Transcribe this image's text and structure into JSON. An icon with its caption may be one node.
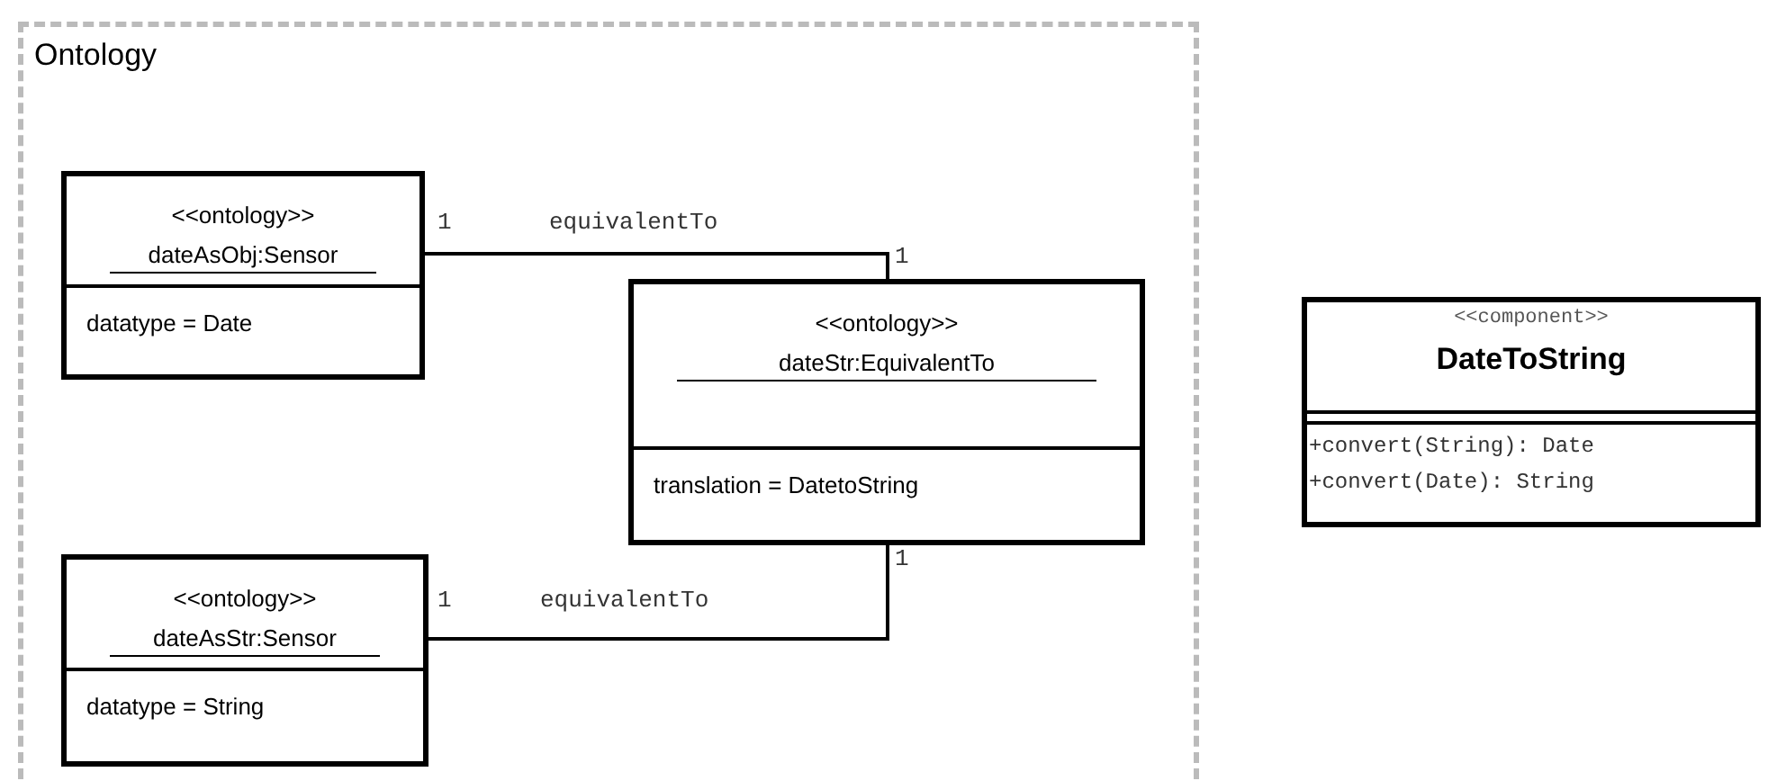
{
  "diagram": {
    "nodes": [
      {
        "text": [
          "Ontology"
        ]
      },
      {
        "text": [
          "<<ontology>>",
          "dateAsObj:Sensor",
          "datatype = Date"
        ],
        "in": 0
      },
      {
        "text": [
          "<<ontology>>",
          "dateStr:EquivalentTo",
          "translation = DatetoString"
        ],
        "in": 0
      },
      {
        "text": [
          "<<ontology>>",
          "dateAsStr:Sensor",
          "datatype = String"
        ],
        "in": 0
      },
      {
        "text": [
          "<<component>>",
          "DateToString",
          "+convert(String): Date",
          "+convert(Date): String"
        ]
      }
    ],
    "edges": [
      {
        "from": 1,
        "to": 2,
        "arrow": "none",
        "label": "equivalentTo"
      },
      {
        "from": 3,
        "to": 2,
        "arrow": "none",
        "label": "equivalentTo"
      }
    ],
    "labels": [
      "1",
      "1",
      "1",
      "1"
    ]
  }
}
